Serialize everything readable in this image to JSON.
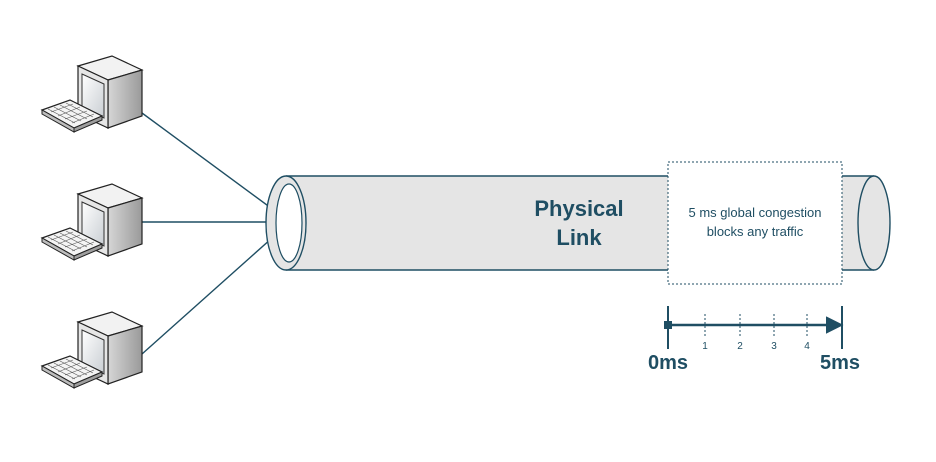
{
  "link": {
    "label_line1": "Physical",
    "label_line2": "Link"
  },
  "congestion_note": {
    "line1": "5 ms global congestion",
    "line2": "blocks any traffic"
  },
  "timeline": {
    "start_label": "0ms",
    "end_label": "5ms",
    "ticks": [
      "1",
      "2",
      "3",
      "4"
    ]
  },
  "hosts": [
    "computer",
    "computer",
    "computer"
  ],
  "colors": {
    "line": "#1f4e63",
    "pipe_fill": "#e5e5e5",
    "pipe_stroke": "#1f4e63"
  }
}
